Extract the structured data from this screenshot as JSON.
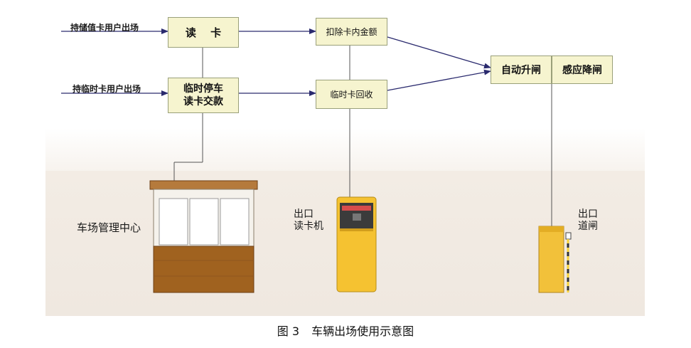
{
  "inputs": {
    "stored_value_user": "持储值卡用户出场",
    "temp_user": "持临时卡用户出场"
  },
  "boxes": {
    "read_card": "读　 卡",
    "temp_parking": "临时停车\n读卡交款",
    "deduct_balance": "扣除卡内金额",
    "temp_card_recycle": "临时卡回收",
    "auto_raise": "自动升闸",
    "sense_lower": "感应降闸"
  },
  "equipment": {
    "parking_center": "车场管理中心",
    "exit_reader": "出口\n读卡机",
    "exit_gate": "出口\n道闸"
  },
  "caption": {
    "figure_no": "图 3",
    "title": "车辆出场使用示意图"
  },
  "colors": {
    "box_fill": "#f6f4cf",
    "arrow": "#2a2a6e",
    "booth_wood": "#a0621f",
    "kiosk_yellow": "#f5c231",
    "gate_yellow": "#f2c13a"
  }
}
